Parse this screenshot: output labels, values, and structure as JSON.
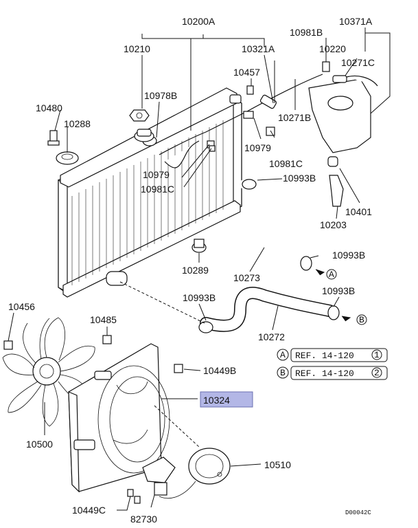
{
  "diagram": {
    "drawing_code": "D00042C",
    "highlight_color": "#b3b7e6",
    "part_labels": {
      "p10200A": "10200A",
      "p10210": "10210",
      "p10321A": "10321A",
      "p10981B": "10981B",
      "p10371A": "10371A",
      "p10220": "10220",
      "p10271C": "10271C",
      "p10457": "10457",
      "p10978B": "10978B",
      "p10480": "10480",
      "p10288": "10288",
      "p10271B": "10271B",
      "p10979a": "10979",
      "p10979b": "10979",
      "p10981Ca": "10981C",
      "p10981Cb": "10981C",
      "p10993Ba": "10993B",
      "p10993Bb": "10993B",
      "p10993Bc": "10993B",
      "p10993Bd": "10993B",
      "p10401": "10401",
      "p10203": "10203",
      "p10289": "10289",
      "p10273": "10273",
      "p10456": "10456",
      "p10485": "10485",
      "p10272": "10272",
      "p10449B": "10449B",
      "p10324": "10324",
      "p10500": "10500",
      "p10510": "10510",
      "p10449C": "10449C",
      "p82730": "82730"
    },
    "references": {
      "a": {
        "letter": "A",
        "text": "REF. 14-120",
        "page": "1"
      },
      "b": {
        "letter": "B",
        "text": "REF. 14-120",
        "page": "2"
      }
    }
  }
}
